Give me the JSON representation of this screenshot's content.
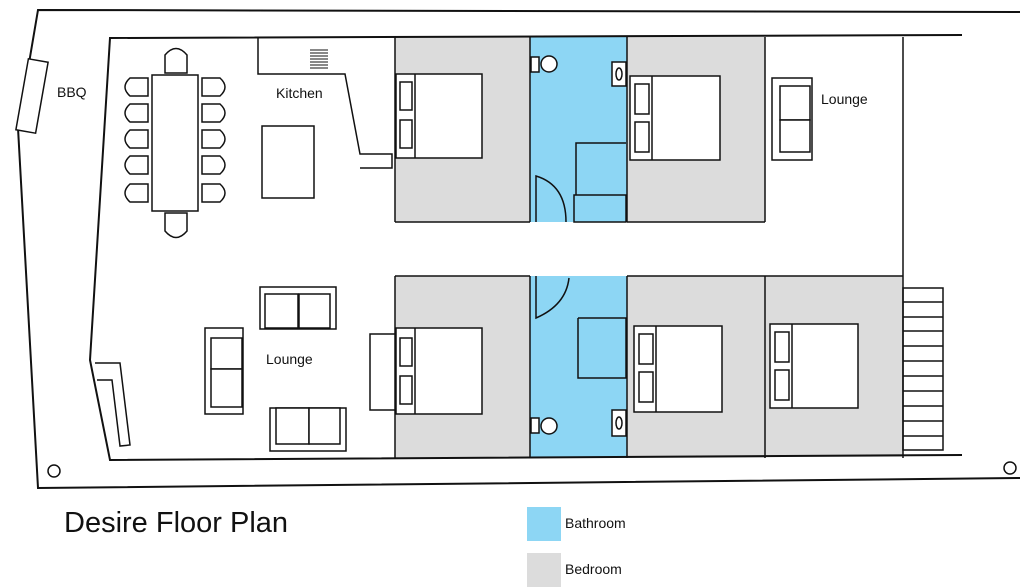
{
  "title": "Desire Floor Plan",
  "labels": {
    "bbq": "BBQ",
    "kitchen": "Kitchen",
    "lounge_top": "Lounge",
    "lounge_main": "Lounge"
  },
  "legend": [
    {
      "label": "Bathroom",
      "color": "#8dd6f4"
    },
    {
      "label": "Bedroom",
      "color": "#dcdcdc"
    }
  ],
  "colors": {
    "bathroom": "#8dd6f4",
    "bedroom": "#dcdcdc",
    "wall": "#111111"
  }
}
